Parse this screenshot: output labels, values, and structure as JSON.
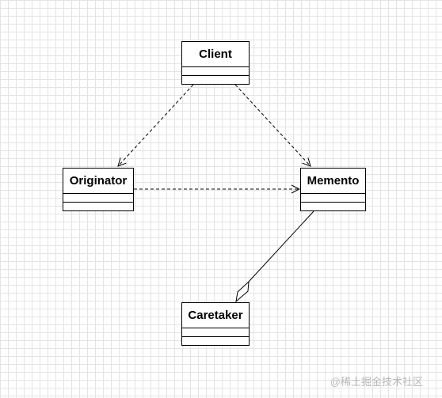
{
  "diagram": {
    "classes": {
      "client": {
        "name": "Client"
      },
      "originator": {
        "name": "Originator"
      },
      "memento": {
        "name": "Memento"
      },
      "caretaker": {
        "name": "Caretaker"
      }
    },
    "relations": [
      {
        "from": "Client",
        "to": "Originator",
        "kind": "dependency"
      },
      {
        "from": "Client",
        "to": "Memento",
        "kind": "dependency"
      },
      {
        "from": "Originator",
        "to": "Memento",
        "kind": "dependency"
      },
      {
        "from": "Caretaker",
        "to": "Memento",
        "kind": "aggregation"
      }
    ]
  },
  "watermark": {
    "text": "@稀土掘金技术社区"
  },
  "colors": {
    "line": "#000000",
    "grid": "#e4e4e4",
    "watermark": "#b9b9b9"
  }
}
